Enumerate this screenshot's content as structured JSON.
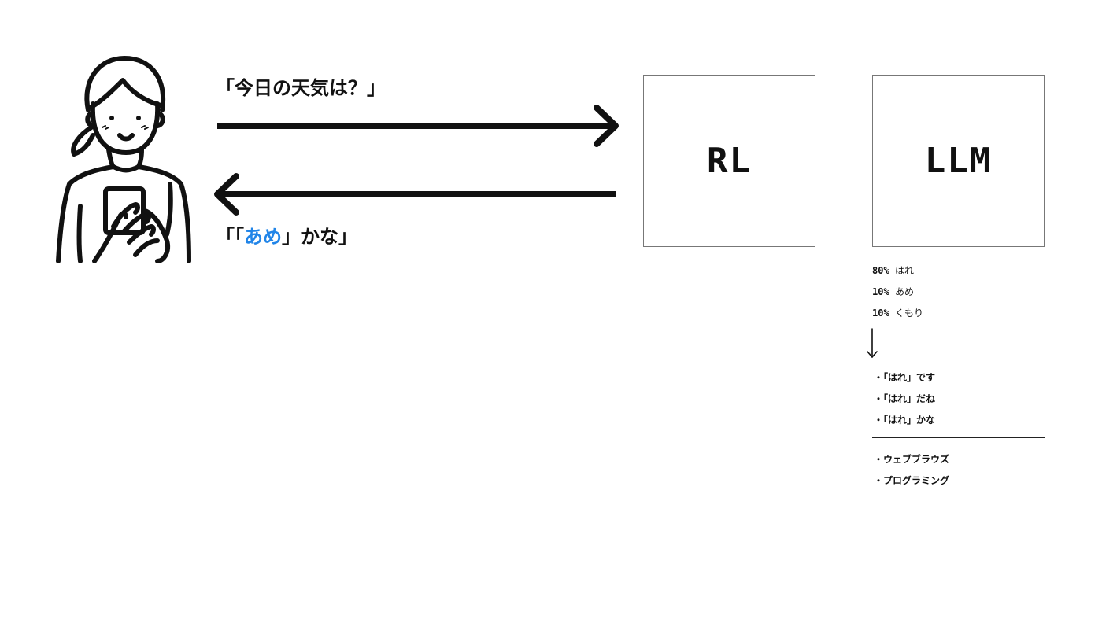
{
  "user_query": "「今日の天気は？」",
  "response": {
    "prefix": "「「",
    "highlight": "あめ",
    "suffix": "」かな」"
  },
  "boxes": {
    "rl": "RL",
    "llm": "LLM"
  },
  "probabilities": [
    {
      "percent": "80%",
      "label": "はれ"
    },
    {
      "percent": "10%",
      "label": "あめ"
    },
    {
      "percent": "10%",
      "label": "くもり"
    }
  ],
  "responses_list": [
    "・「はれ」です",
    "・「はれ」だね",
    "・「はれ」かな"
  ],
  "tasks_list": [
    "・ウェブブラウズ",
    "・プログラミング"
  ],
  "colors": {
    "accent": "#2185e8",
    "stroke": "#111111"
  },
  "icons": {
    "person": "woman-with-smartphone-illustration",
    "forward": "arrow-right-icon",
    "back": "arrow-left-icon",
    "down": "arrow-down-icon"
  }
}
